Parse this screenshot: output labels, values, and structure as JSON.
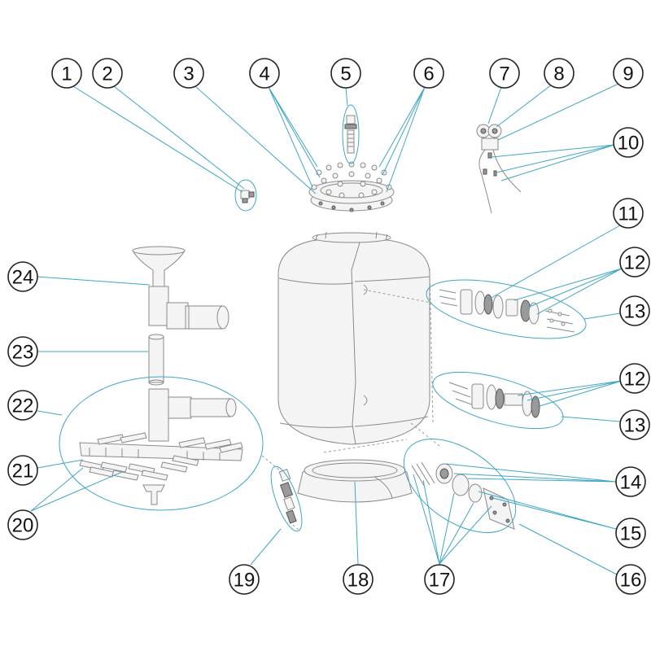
{
  "callouts": [
    "1",
    "2",
    "3",
    "4",
    "5",
    "6",
    "7",
    "8",
    "9",
    "10",
    "11",
    "12",
    "13",
    "12",
    "13",
    "14",
    "15",
    "16",
    "17",
    "18",
    "19",
    "20",
    "21",
    "22",
    "23",
    "24"
  ],
  "colors": {
    "leader": "#3fa6c6",
    "part_outline": "#8a8a8a",
    "callout_outline": "#222222"
  }
}
